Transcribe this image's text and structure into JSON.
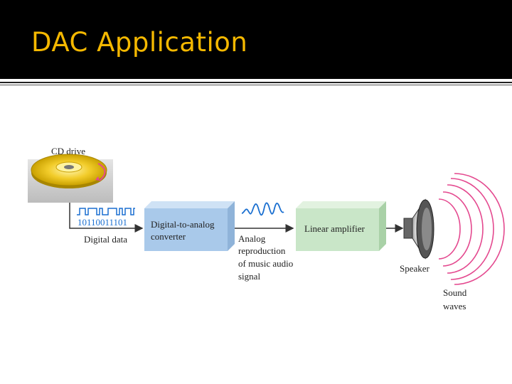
{
  "slide": {
    "title": "DAC Application"
  },
  "diagram": {
    "cd_label": "CD drive",
    "bits": "10110011101",
    "digital_data_label": "Digital data",
    "dac_line1": "Digital-to-analog",
    "dac_line2": "converter",
    "analog_line1": "Analog",
    "analog_line2": "reproduction",
    "analog_line3": "of music audio",
    "analog_line4": "signal",
    "amp_label": "Linear amplifier",
    "speaker_label": "Speaker",
    "sound_line1": "Sound",
    "sound_line2": "waves"
  },
  "colors": {
    "title": "#f5b800",
    "dac_block": "#a9c9ea",
    "amp_block": "#c9e6c8",
    "waves": "#e4498f"
  }
}
